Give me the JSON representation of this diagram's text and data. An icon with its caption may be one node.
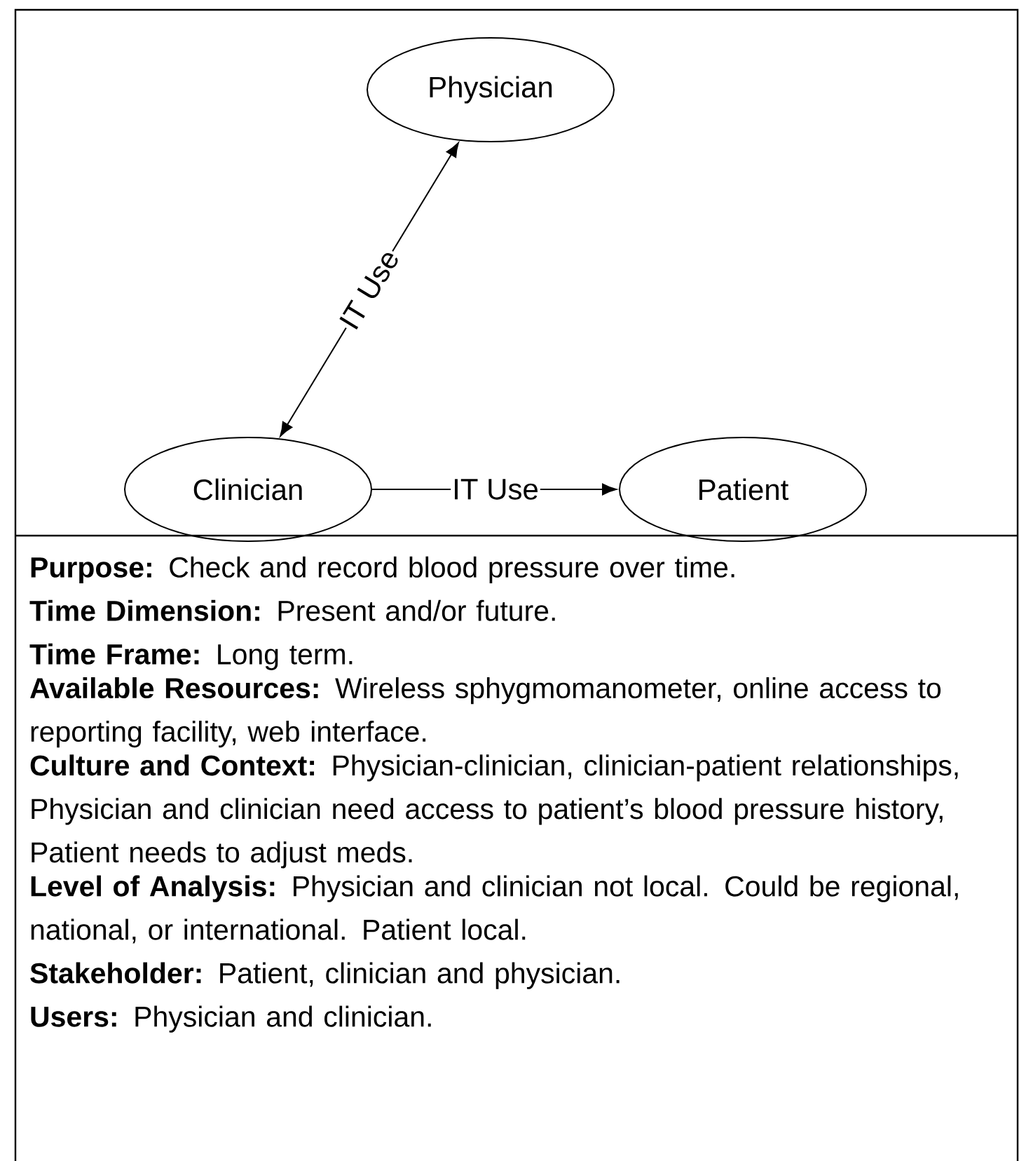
{
  "diagram": {
    "nodes": [
      {
        "text": [
          "Physician"
        ]
      },
      {
        "text": [
          "Clinician"
        ]
      },
      {
        "text": [
          "Patient"
        ]
      }
    ],
    "edges": [
      {
        "from": 1,
        "to": 0,
        "arrow": "both",
        "label": "IT Use"
      },
      {
        "from": 1,
        "to": 2,
        "arrow": "to",
        "label": "IT Use"
      }
    ],
    "labels": [
      "**Purpose:** Check and record blood pressure over time.",
      "**Time Dimension:** Present and/or future.",
      "**Time Frame:** Long term.",
      "**Available Resources:** Wireless sphygmomanometer, online access to reporting facility, web interface.",
      "**Culture and Context:** Physician-clinician, clinician-patient relationships, Physician and clinician need access to patient’s blood pressure history, Patient needs to adjust meds.",
      "**Level of Analysis:** Physician and clinician not local.  Could be regional, national, or international.  Patient local.",
      "**Stakeholder:** Patient, clinician and physician.",
      "**Users:** Physician and clinician."
    ]
  }
}
